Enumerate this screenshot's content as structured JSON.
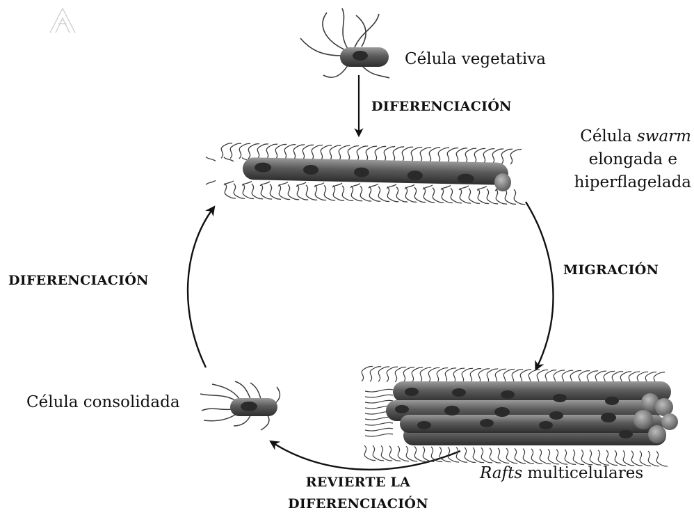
{
  "labels": {
    "vegetative": "Célula vegetativa",
    "diff_top": "DIFERENCIACIÓN",
    "swarm_1a": "Célula ",
    "swarm_1b": "swarm",
    "swarm_2": "elongada e",
    "swarm_3": "hiperflagelada",
    "migration": "MIGRACIÓN",
    "diff_left": "DIFERENCIACIÓN",
    "consolidated": "Célula consolidada",
    "rafts_a": "Rafts",
    "rafts_b": " multicelulares",
    "revert_1": "REVIERTE LA",
    "revert_2": "DIFERENCIACIÓN"
  },
  "colors": {
    "text": "#111111",
    "arrow": "#111111",
    "cell_body": "#6e6e6e",
    "cell_nucleus": "#2a2a2a",
    "flagella": "#3a3a3a",
    "logo": "#c8c8c8"
  }
}
